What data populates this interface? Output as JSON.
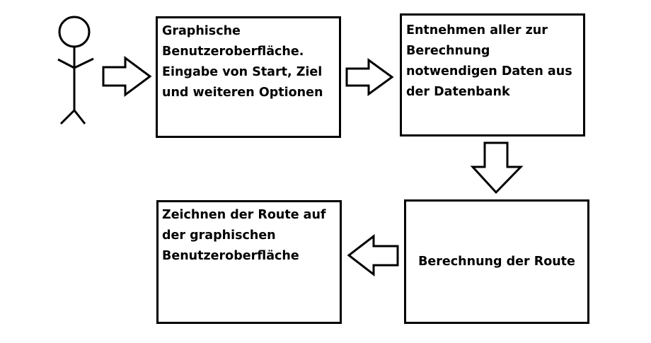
{
  "diagram": {
    "actor": {
      "icon": "stick-figure-user-icon"
    },
    "steps": [
      {
        "id": "gui-input",
        "lines": [
          "Graphische",
          "Benutzeroberfläche.",
          "Eingabe von Start, Ziel",
          "und weiteren Optionen"
        ]
      },
      {
        "id": "fetch-data",
        "lines": [
          "Entnehmen aller zur",
          "Berechnung",
          "notwendigen Daten aus",
          "der Datenbank"
        ]
      },
      {
        "id": "compute-route",
        "lines": [
          "Berechnung der Route"
        ]
      },
      {
        "id": "draw-route",
        "lines": [
          "Zeichnen der Route auf",
          "der graphischen",
          "Benutzeroberfläche"
        ]
      }
    ],
    "arrows": [
      {
        "id": "arrow-actor-to-gui",
        "direction": "right"
      },
      {
        "id": "arrow-gui-to-fetch",
        "direction": "right"
      },
      {
        "id": "arrow-fetch-to-compute",
        "direction": "down"
      },
      {
        "id": "arrow-compute-to-draw",
        "direction": "left"
      }
    ],
    "colors": {
      "stroke": "#000000",
      "fill": "#ffffff"
    }
  }
}
